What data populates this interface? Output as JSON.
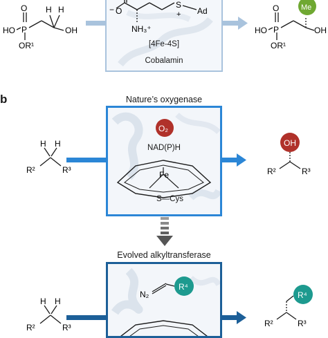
{
  "panel_b": {
    "label": "b"
  },
  "top_row": {
    "box_texts": {
      "charge_minus": "−",
      "oxygen": "O",
      "sulfur": "S",
      "charge_plus": "+",
      "adenosyl": "Ad",
      "amine": "NH₃⁺",
      "cluster": "[4Fe-4S]",
      "cofactor": "Cobalamin"
    },
    "left_molecule": {
      "labels": [
        "O",
        "HO",
        "P",
        "OR¹",
        "H",
        "H",
        "OH"
      ]
    },
    "right_molecule": {
      "labels": [
        "O",
        "HO",
        "P",
        "OR¹",
        "OH"
      ],
      "badge": "Me",
      "badge_color": "#6fa832"
    },
    "frame_color": "#a9c3dd",
    "arrow_color": "#a9c3dd"
  },
  "middle_row": {
    "title": "Nature’s oxygenase",
    "oxidant_badge": "O₂",
    "oxidant_color": "#b0312a",
    "cofactor": "NAD(P)H",
    "metal": "Fe",
    "ligand": "S—Cys",
    "substrate_labels": [
      "H",
      "H",
      "R²",
      "R³"
    ],
    "product_labels": [
      "R²",
      "R³"
    ],
    "product_badge": "OH",
    "product_badge_color": "#b0312a",
    "frame_color": "#2b86d6",
    "arrow_color": "#2b86d6"
  },
  "bottom_row": {
    "title": "Evolved alkyltransferase",
    "diazo_prefix": "N₂",
    "carbene_badge": "R⁴",
    "carbene_color": "#1d9a8f",
    "substrate_labels": [
      "H",
      "H",
      "R²",
      "R³"
    ],
    "product_labels": [
      "R²",
      "R³"
    ],
    "product_badge": "R⁴",
    "frame_color": "#1c5f98",
    "arrow_color": "#1c5f98"
  },
  "evolution_arrow_color": "#555555"
}
